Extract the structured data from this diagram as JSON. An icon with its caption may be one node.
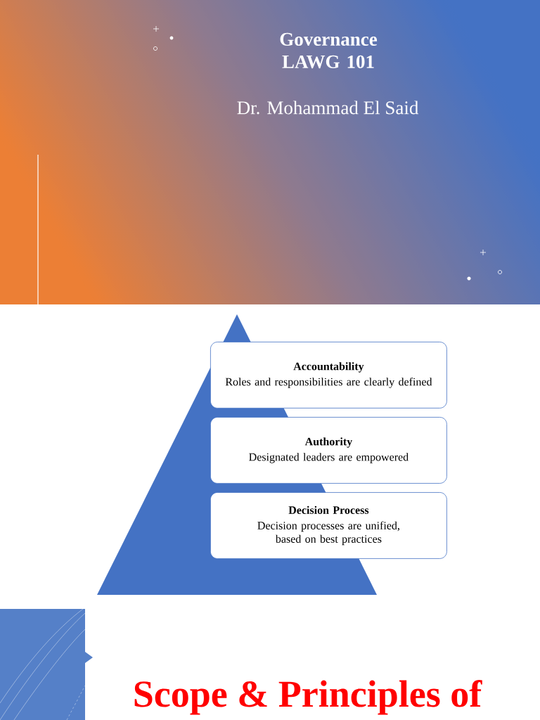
{
  "diagram": {
    "title": "Governance LAWG 101",
    "nodes": [
      {
        "text": [
          "Accountability",
          "Roles and responsibilities are clearly defined"
        ]
      },
      {
        "text": [
          "Authority",
          "Designated leaders are empowered"
        ]
      },
      {
        "text": [
          "Decision Process",
          "Decision processes are unified, based on best practices"
        ]
      }
    ],
    "labels": [
      "Dr. Mohammad El Said",
      "Scope & Principles of"
    ]
  }
}
